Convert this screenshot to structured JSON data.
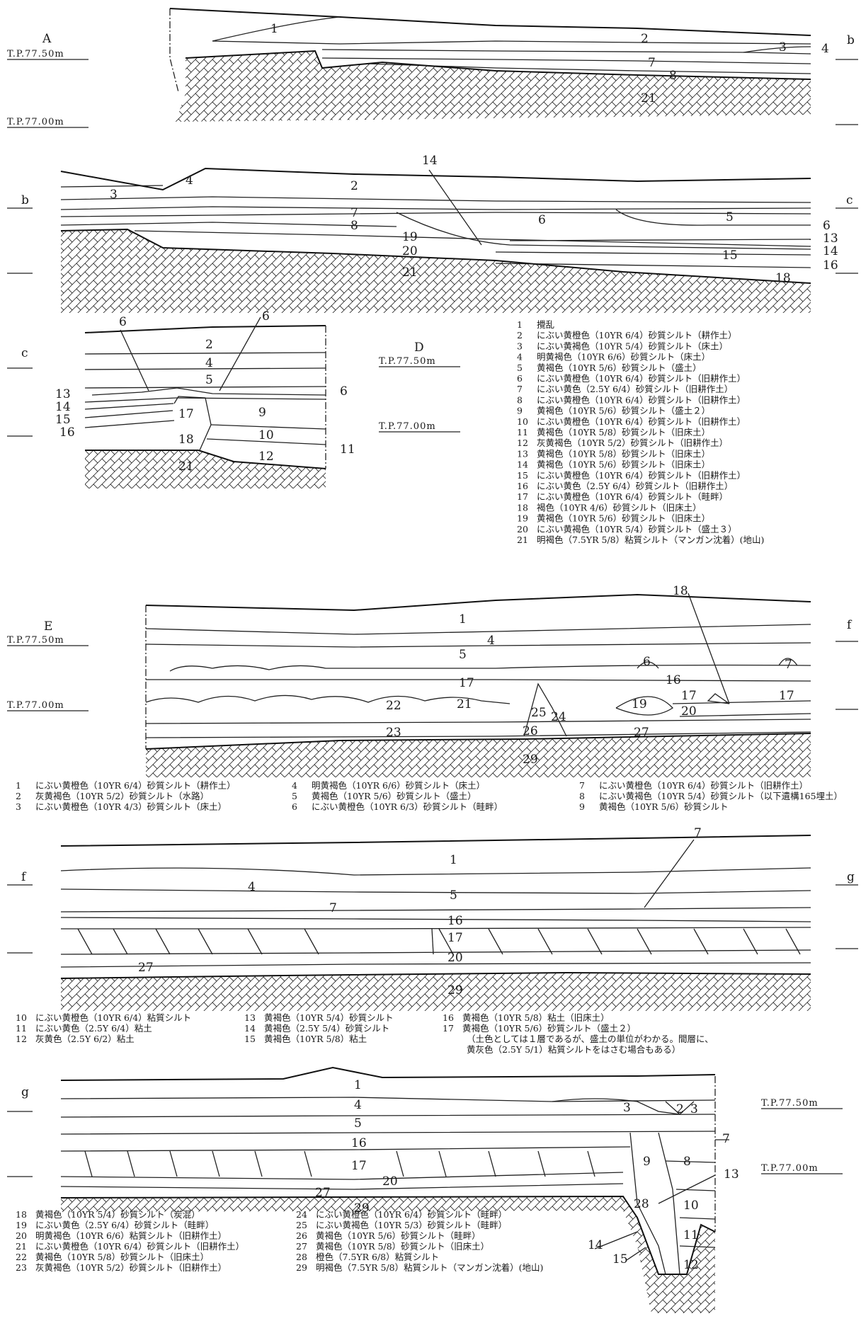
{
  "references": {
    "tp_7750": "T.P.77.50m",
    "tp_7700": "T.P.77.00m"
  },
  "section_marks": {
    "A": "A",
    "b": "b",
    "c": "c",
    "D": "D",
    "E": "E",
    "f": "f",
    "g": "g"
  },
  "legend_1": [
    {
      "n": "1",
      "t": "攪乱"
    },
    {
      "n": "2",
      "t": "にぶい黄橙色（10YR 6/4）砂質シルト（耕作土）"
    },
    {
      "n": "3",
      "t": "にぶい黄褐色（10YR 5/4）砂質シルト（床土）"
    },
    {
      "n": "4",
      "t": "明黄褐色（10YR 6/6）砂質シルト（床土）"
    },
    {
      "n": "5",
      "t": "黄褐色（10YR 5/6）砂質シルト（盛土）"
    },
    {
      "n": "6",
      "t": "にぶい黄橙色（10YR 6/4）砂質シルト（旧耕作土）"
    },
    {
      "n": "7",
      "t": "にぶい黄色（2.5Y 6/4）砂質シルト（旧耕作土）"
    },
    {
      "n": "8",
      "t": "にぶい黄橙色（10YR 6/4）砂質シルト（旧耕作土）"
    },
    {
      "n": "9",
      "t": "黄褐色（10YR 5/6）砂質シルト（盛土２）"
    },
    {
      "n": "10",
      "t": "にぶい黄橙色（10YR 6/4）砂質シルト（旧耕作土）"
    },
    {
      "n": "11",
      "t": "黄褐色（10YR 5/8）砂質シルト（旧床土）"
    },
    {
      "n": "12",
      "t": "灰黄褐色（10YR 5/2）砂質シルト（旧耕作土）"
    },
    {
      "n": "13",
      "t": "黄褐色（10YR 5/8）砂質シルト（旧床土）"
    },
    {
      "n": "14",
      "t": "黄褐色（10YR 5/6）砂質シルト（旧床土）"
    },
    {
      "n": "15",
      "t": "にぶい黄橙色（10YR 6/4）砂質シルト（旧耕作土）"
    },
    {
      "n": "16",
      "t": "にぶい黄色（2.5Y 6/4）砂質シルト（旧耕作土）"
    },
    {
      "n": "17",
      "t": "にぶい黄橙色（10YR 6/4）砂質シルト（畦畔）"
    },
    {
      "n": "18",
      "t": "褐色（10YR 4/6）砂質シルト（旧床土）"
    },
    {
      "n": "19",
      "t": "黄褐色（10YR 5/6）砂質シルト（旧床土）"
    },
    {
      "n": "20",
      "t": "にぶい黄褐色（10YR 5/4）砂質シルト（盛土３）"
    },
    {
      "n": "21",
      "t": "明褐色（7.5YR 5/8）粘質シルト（マンガン沈着）(地山)"
    }
  ],
  "legend_2": [
    {
      "n": "1",
      "t": "にぶい黄橙色（10YR 6/4）砂質シルト（耕作土）"
    },
    {
      "n": "2",
      "t": "灰黄褐色（10YR 5/2）砂質シルト（水路）"
    },
    {
      "n": "3",
      "t": "にぶい黄橙色（10YR 4/3）砂質シルト（床土）"
    },
    {
      "n": "4",
      "t": "明黄褐色（10YR 6/6）砂質シルト（床土）"
    },
    {
      "n": "5",
      "t": "黄褐色（10YR 5/6）砂質シルト（盛土）"
    },
    {
      "n": "6",
      "t": "にぶい黄橙色（10YR 6/3）砂質シルト（畦畔）"
    },
    {
      "n": "7",
      "t": "にぶい黄橙色（10YR 6/4）砂質シルト（旧耕作土）"
    },
    {
      "n": "8",
      "t": "にぶい黄褐色（10YR 5/4）砂質シルト（以下遺構165埋土）"
    },
    {
      "n": "9",
      "t": "黄褐色（10YR 5/6）砂質シルト"
    }
  ],
  "legend_3": [
    {
      "n": "10",
      "t": "にぶい黄橙色（10YR 6/4）粘質シルト"
    },
    {
      "n": "11",
      "t": "にぶい黄色（2.5Y 6/4）粘土"
    },
    {
      "n": "12",
      "t": "灰黄色（2.5Y 6/2）粘土"
    },
    {
      "n": "13",
      "t": "黄褐色（10YR 5/4）砂質シルト"
    },
    {
      "n": "14",
      "t": "黄褐色（2.5Y 5/4）砂質シルト"
    },
    {
      "n": "15",
      "t": "黄褐色（10YR 5/8）粘土"
    },
    {
      "n": "16",
      "t": "黄褐色（10YR 5/8）粘土（旧床土）"
    },
    {
      "n": "17",
      "t": "黄褐色（10YR 5/6）砂質シルト（盛土２）"
    },
    {
      "n": "",
      "t": "（土色としては１層であるが、盛土の単位がわかる。間層に、"
    },
    {
      "n": "",
      "t": "黄灰色（2.5Y 5/1）粘質シルトをはさむ場合もある）"
    }
  ],
  "legend_4": [
    {
      "n": "18",
      "t": "黄褐色（10YR 5/4）砂質シルト（炭混）"
    },
    {
      "n": "19",
      "t": "にぶい黄色（2.5Y 6/4）砂質シルト（畦畔）"
    },
    {
      "n": "20",
      "t": "明黄褐色（10YR 6/6）粘質シルト（旧耕作土）"
    },
    {
      "n": "21",
      "t": "にぶい黄橙色（10YR 6/4）砂質シルト（旧耕作土）"
    },
    {
      "n": "22",
      "t": "黄褐色（10YR 5/8）砂質シルト（旧床土）"
    },
    {
      "n": "23",
      "t": "灰黄褐色（10YR 5/2）砂質シルト（旧耕作土）"
    },
    {
      "n": "24",
      "t": "にぶい黄橙色（10YR 6/4）砂質シルト（畦畔）"
    },
    {
      "n": "25",
      "t": "にぶい黄褐色（10YR 5/3）砂質シルト（畦畔）"
    },
    {
      "n": "26",
      "t": "黄褐色（10YR 5/6）砂質シルト（畦畔）"
    },
    {
      "n": "27",
      "t": "黄褐色（10YR 5/8）砂質シルト（旧床土）"
    },
    {
      "n": "28",
      "t": "橙色（7.5YR 6/8）粘質シルト"
    },
    {
      "n": "29",
      "t": "明褐色（7.5YR 5/8）粘質シルト（マンガン沈着）(地山)"
    }
  ]
}
